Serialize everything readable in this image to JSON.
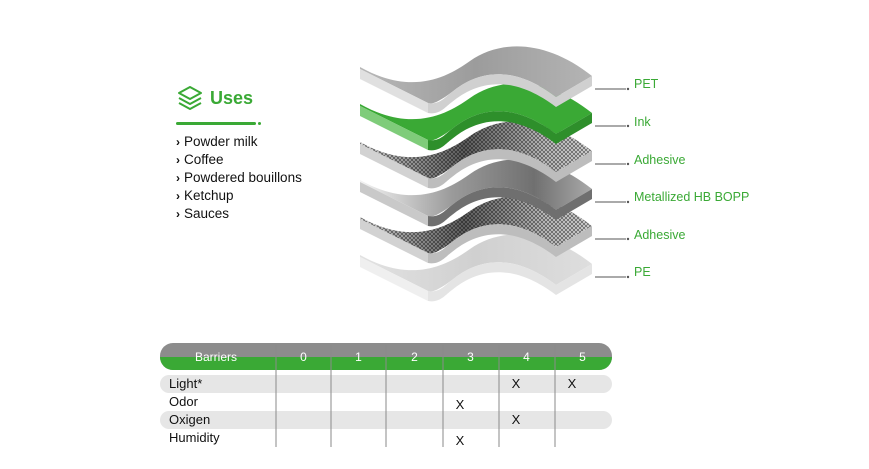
{
  "uses": {
    "title": "Uses",
    "items": [
      "Powder milk",
      "Coffee",
      "Powdered bouillons",
      "Ketchup",
      "Sauces"
    ]
  },
  "layers": [
    {
      "label": "PET",
      "fill": "gray"
    },
    {
      "label": "Ink",
      "fill": "green"
    },
    {
      "label": "Adhesive",
      "fill": "mesh"
    },
    {
      "label": "Metallized HB BOPP",
      "fill": "metal"
    },
    {
      "label": "Adhesive",
      "fill": "mesh"
    },
    {
      "label": "PE",
      "fill": "light"
    }
  ],
  "barriers": {
    "header": "Barriers",
    "levels": [
      "0",
      "1",
      "2",
      "3",
      "4",
      "5"
    ],
    "rows": [
      {
        "label": "Light*",
        "mark_levels": [
          "4",
          "5"
        ]
      },
      {
        "label": "Odor",
        "mark_levels": [
          "3"
        ]
      },
      {
        "label": "Oxigen",
        "mark_levels": [
          "4"
        ]
      },
      {
        "label": "Humidity",
        "mark_levels": [
          "3"
        ]
      }
    ],
    "mark": "X"
  },
  "colors": {
    "accent": "#3aa935",
    "header_gray": "#8c8c8c",
    "row_gray": "#e6e6e6"
  }
}
